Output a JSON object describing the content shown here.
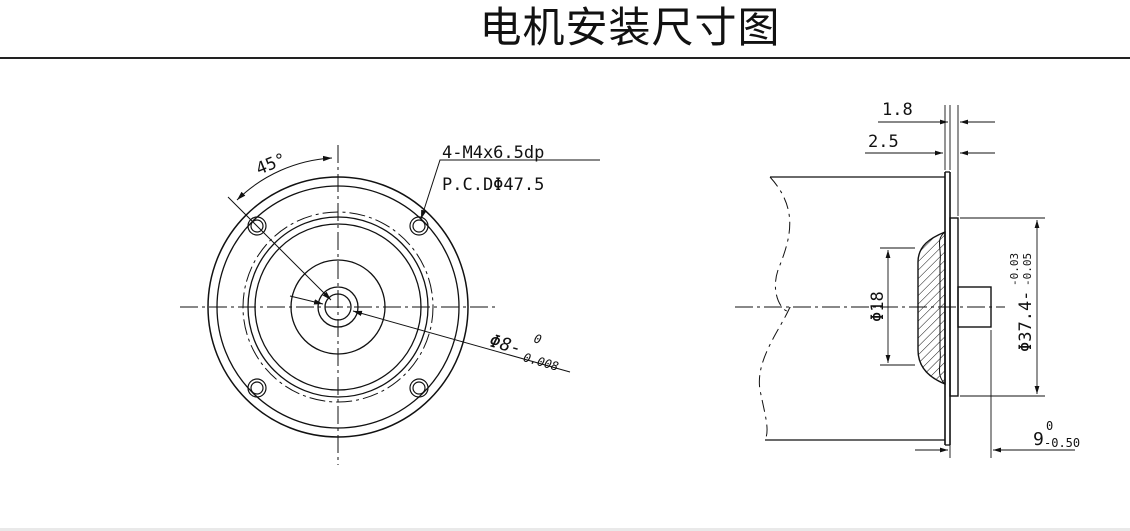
{
  "title": "电机安装尺寸图",
  "front_view": {
    "angle_label": "45°",
    "hole_spec": "4-M4x6.5dp",
    "pcd_spec": "P.C.DΦ47.5",
    "shaft_diameter": "Φ8-",
    "shaft_tol_upper": "0",
    "shaft_tol_lower": "0.008"
  },
  "side_view": {
    "dim_top_1": "1.8",
    "dim_top_2": "2.5",
    "hub_diameter": "Φ18",
    "pilot_diameter": "Φ37.4-",
    "pilot_tol_upper": "-0.03",
    "pilot_tol_lower": "-0.05",
    "shaft_length": "9",
    "shaft_len_tol_upper": "0",
    "shaft_len_tol_lower": "-0.50"
  }
}
